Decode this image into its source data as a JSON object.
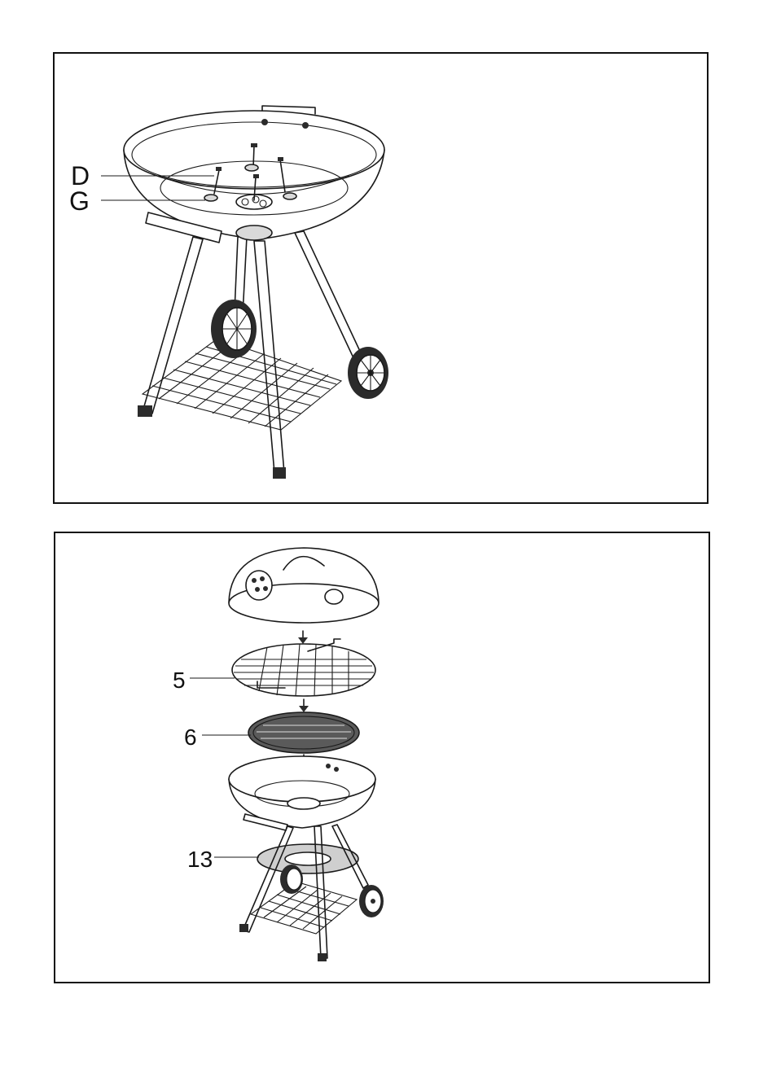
{
  "panels": [
    {
      "callouts": [
        {
          "label": "D"
        },
        {
          "label": "G"
        }
      ]
    },
    {
      "callouts": [
        {
          "label": "5"
        },
        {
          "label": "6"
        },
        {
          "label": "13"
        }
      ]
    }
  ],
  "colors": {
    "line": "#1a1a1a",
    "background": "#ffffff"
  },
  "icons": [
    "arrow-down-icon"
  ]
}
